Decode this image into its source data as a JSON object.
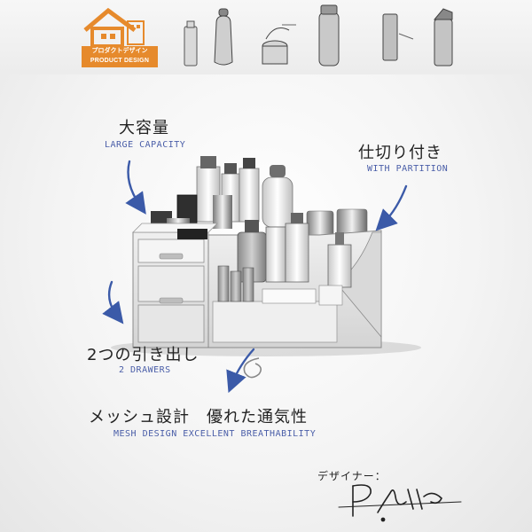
{
  "logo": {
    "text_jp": "プロダクトデザイン",
    "text_en": "PRODUCT DESIGN",
    "accent": "#e68a2c",
    "icon": "house-icon"
  },
  "features": {
    "capacity": {
      "jp": "大容量",
      "en": "LARGE CAPACITY"
    },
    "partition": {
      "jp": "仕切り付き",
      "en": "WITH PARTITION"
    },
    "drawers": {
      "jp": "2つの引き出し",
      "en": "2 DRAWERS"
    },
    "mesh": {
      "jp": "メッシュ設計　優れた通気性",
      "en": "MESH DESIGN EXCELLENT BREATHABILITY"
    }
  },
  "designer": {
    "label": "デザイナー：",
    "signature": "P. Smith"
  },
  "colors": {
    "arrow": "#3b5aa8",
    "caption_en": "#4a5ea8"
  }
}
